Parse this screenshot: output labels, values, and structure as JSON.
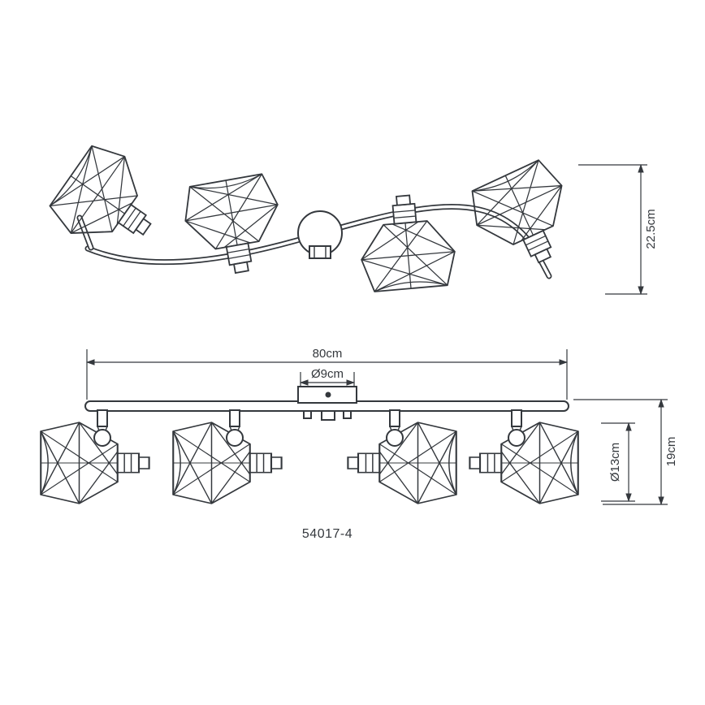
{
  "diagram": {
    "model_number": "54017-4",
    "dimensions": {
      "total_width": "80cm",
      "canopy_diameter": "Ø9cm",
      "fixture_height_top": "22.5cm",
      "hanging_height": "19cm",
      "shade_diameter": "Ø13cm"
    }
  },
  "colors": {
    "line": "#34383d",
    "background": "#ffffff"
  }
}
